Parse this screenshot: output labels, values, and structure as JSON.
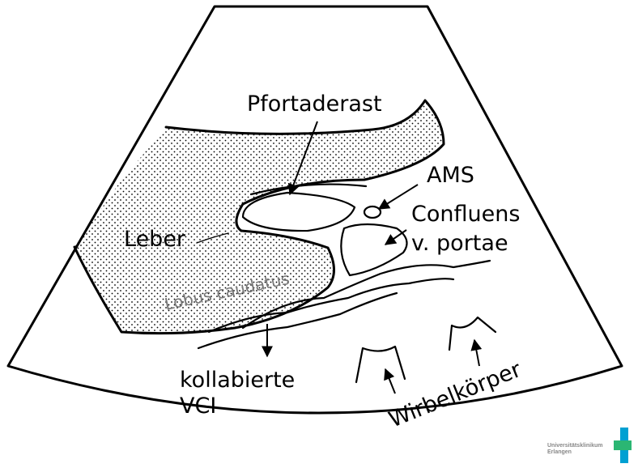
{
  "labels": {
    "pfortaderast": "Pfortaderast",
    "ams": "AMS",
    "confluens_line1": "Confluens",
    "confluens_line2": "v. portae",
    "leber": "Leber",
    "lobus_caudatus": "Lobus caudatus",
    "kollabierte_line1": "kollabierte",
    "kollabierte_line2": "VCI",
    "wirbelkoerper": "Wirbelkörper"
  },
  "logo": {
    "line1": "Universitätsklinikum",
    "line2": "Erlangen",
    "colors": [
      "#00a0d2",
      "#2bb673"
    ]
  }
}
